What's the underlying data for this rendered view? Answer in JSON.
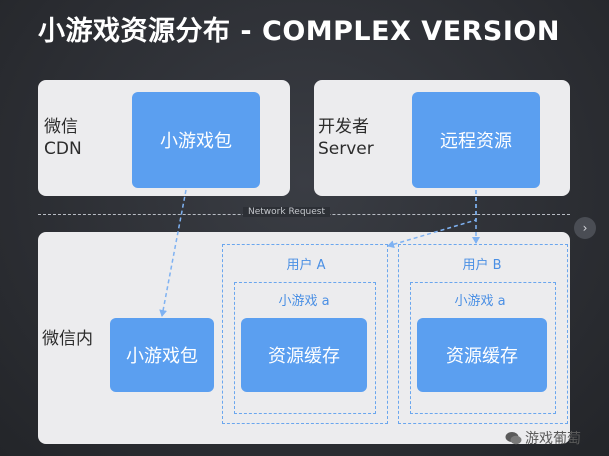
{
  "title": "小游戏资源分布 - COMPLEX VERSION",
  "cdn_panel": {
    "label_line1": "微信",
    "label_line2": "CDN",
    "box": "小游戏包"
  },
  "server_panel": {
    "label_line1": "开发者",
    "label_line2": "Server",
    "box": "远程资源"
  },
  "network_request": "Network Request",
  "inner_panel": {
    "label": "微信内",
    "package_box": "小游戏包",
    "user_a": {
      "label": "用户 A",
      "game_label": "小游戏 a",
      "cache": "资源缓存"
    },
    "user_b": {
      "label": "用户 B",
      "game_label": "小游戏 a",
      "cache": "资源缓存"
    }
  },
  "nav_arrow": "›",
  "watermark": "游戏葡萄",
  "colors": {
    "box_blue": "#5b9ff0",
    "dashed_blue": "#6aa6ee",
    "panel_gray": "#ececee",
    "background": "#2a2d33"
  }
}
